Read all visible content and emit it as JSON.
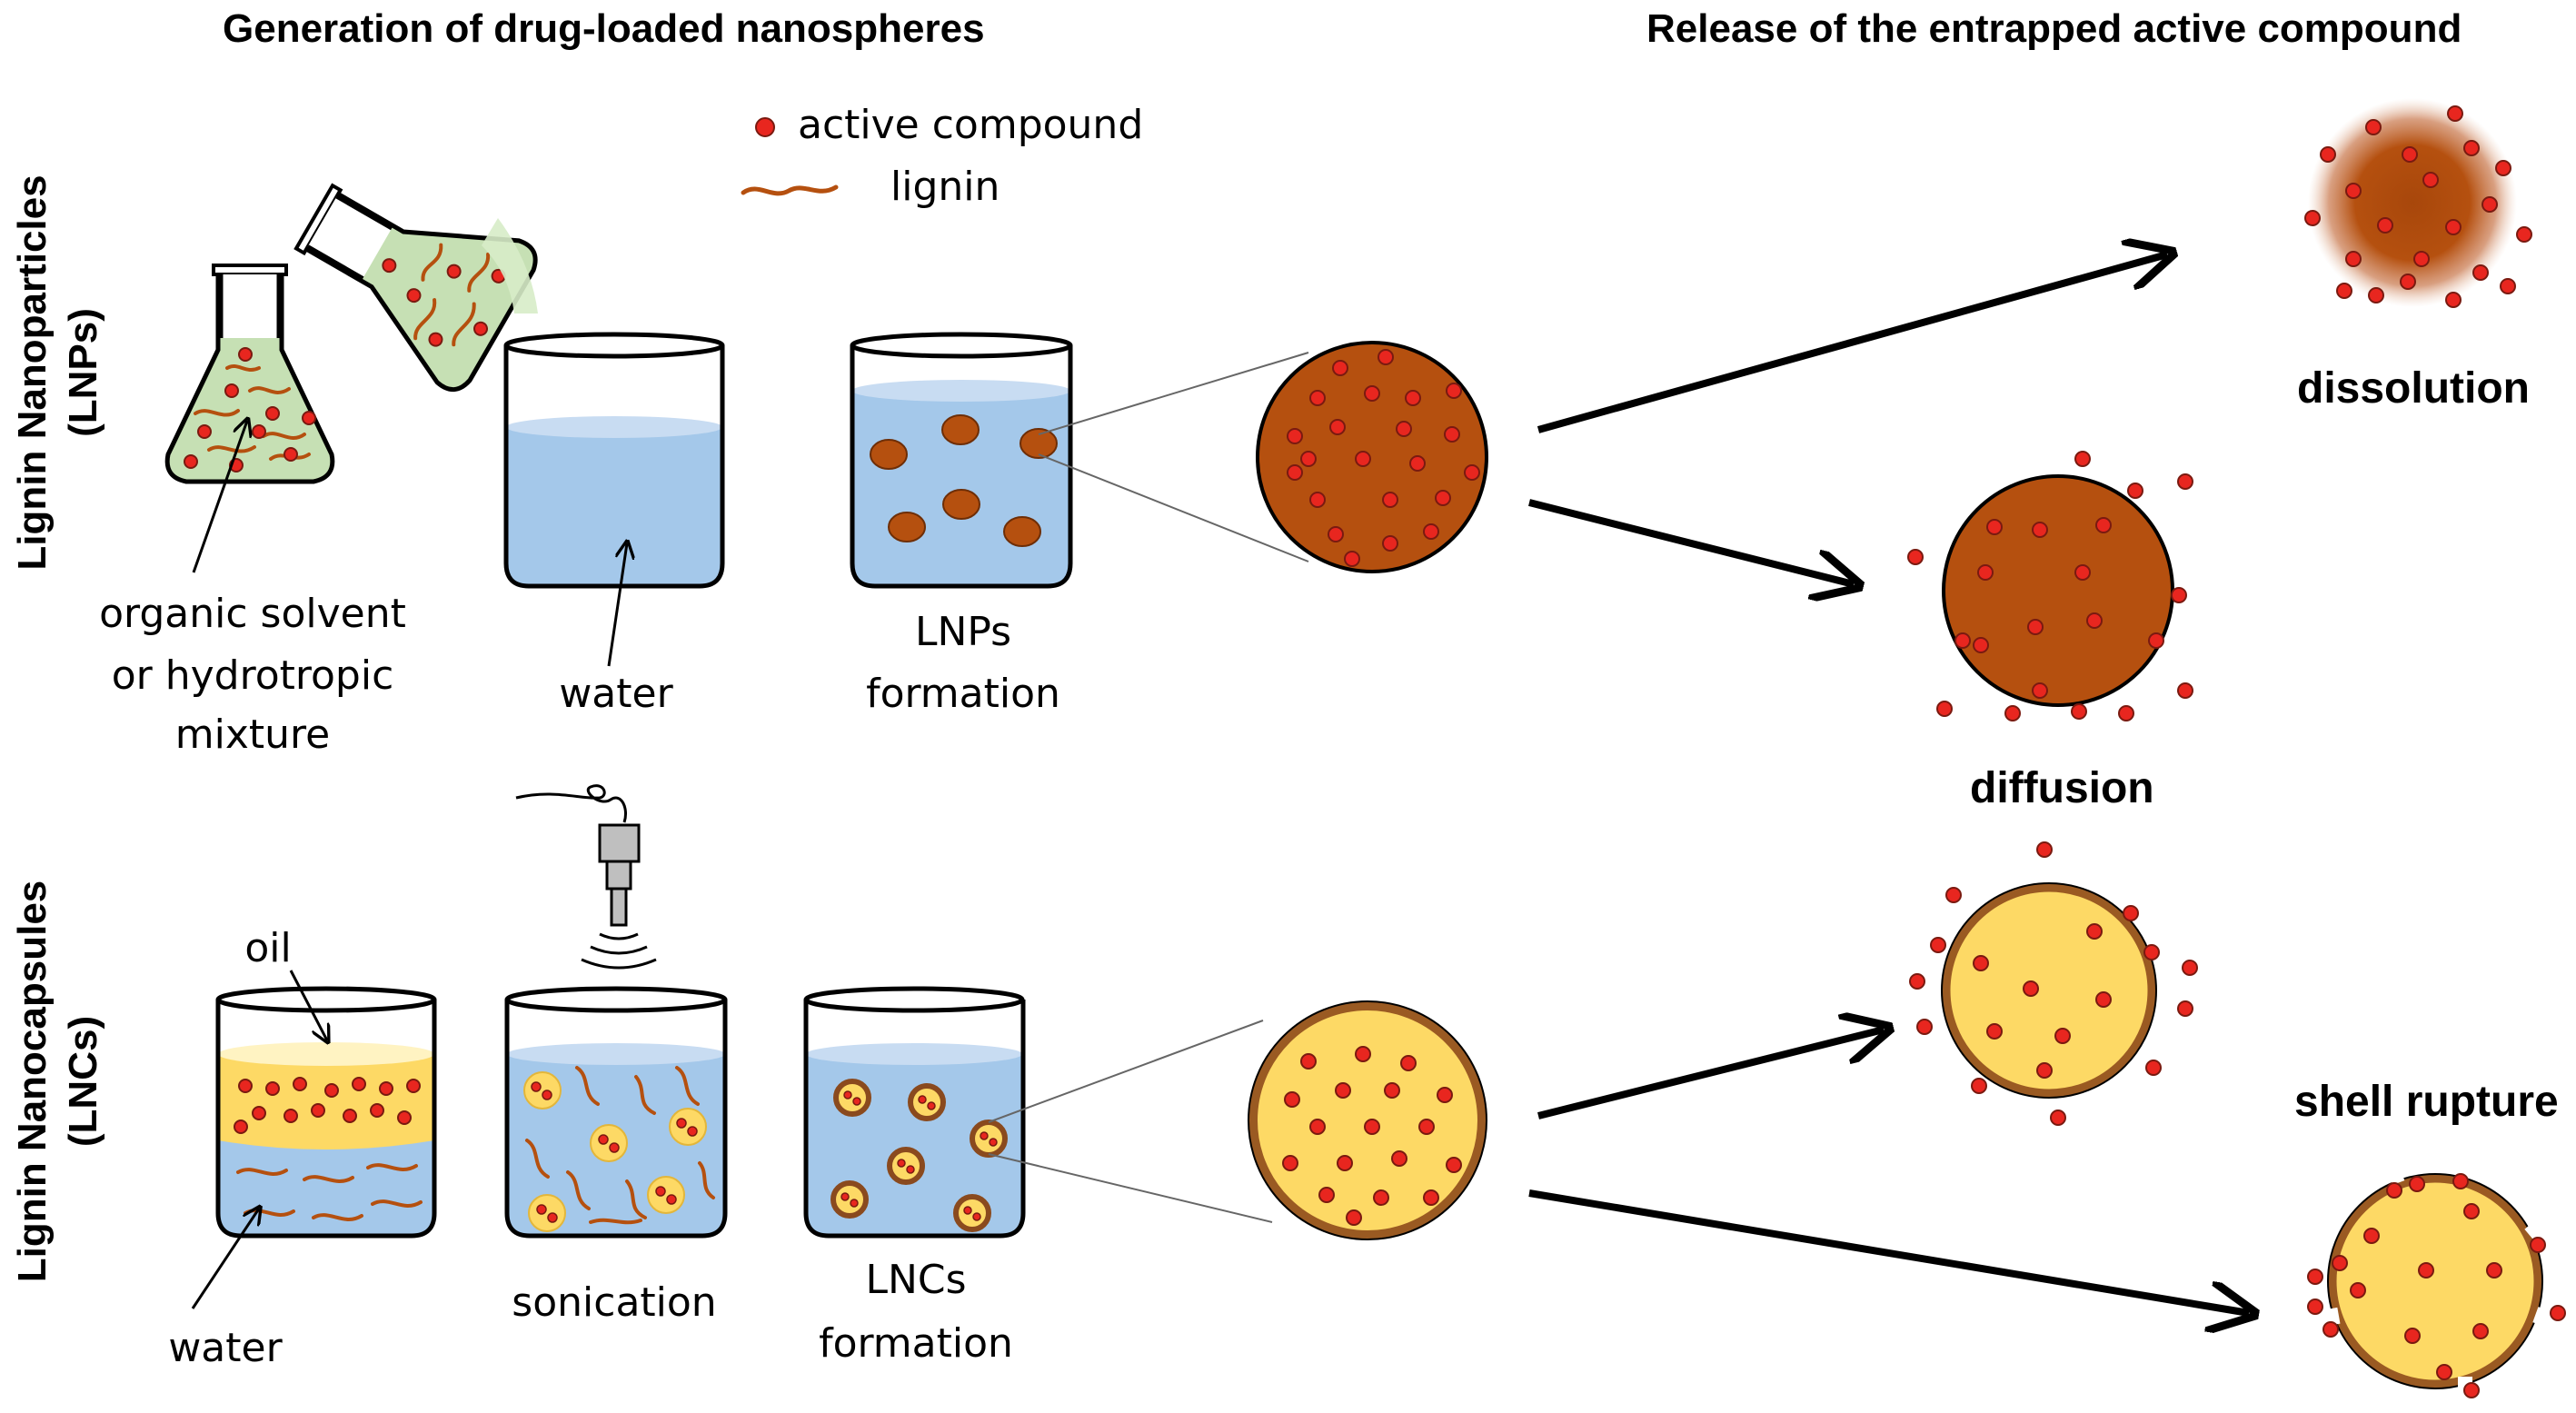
{
  "headings": {
    "left": "Generation of drug-loaded nanospheres",
    "right": "Release of the entrapped active compound"
  },
  "legend": {
    "active_compound": "active compound",
    "lignin": "lignin"
  },
  "side_labels": {
    "lnp_line1": "Lignin Nanoparticles",
    "lnp_line2": "(LNPs)",
    "lnc_line1": "Lignin Nanocapsules",
    "lnc_line2": "(LNCs)"
  },
  "labels": {
    "organic_1": "organic solvent",
    "organic_2": "or hydrotropic",
    "organic_3": "mixture",
    "water_top": "water",
    "lnps_1": "LNPs",
    "lnps_2": "formation",
    "oil": "oil",
    "water_bottom": "water",
    "sonication": "sonication",
    "lncs_1": "LNCs",
    "lncs_2": "formation"
  },
  "mechanisms": {
    "dissolution": "dissolution",
    "diffusion": "diffusion",
    "shell_rupture": "shell rupture"
  },
  "colors": {
    "water": "#a4c8ea",
    "water_surface": "#c8dcf2",
    "lignin": "#b5500f",
    "active_compound": "#e8261f",
    "oil": "#fdd965",
    "solvent": "#c6e0b4"
  }
}
